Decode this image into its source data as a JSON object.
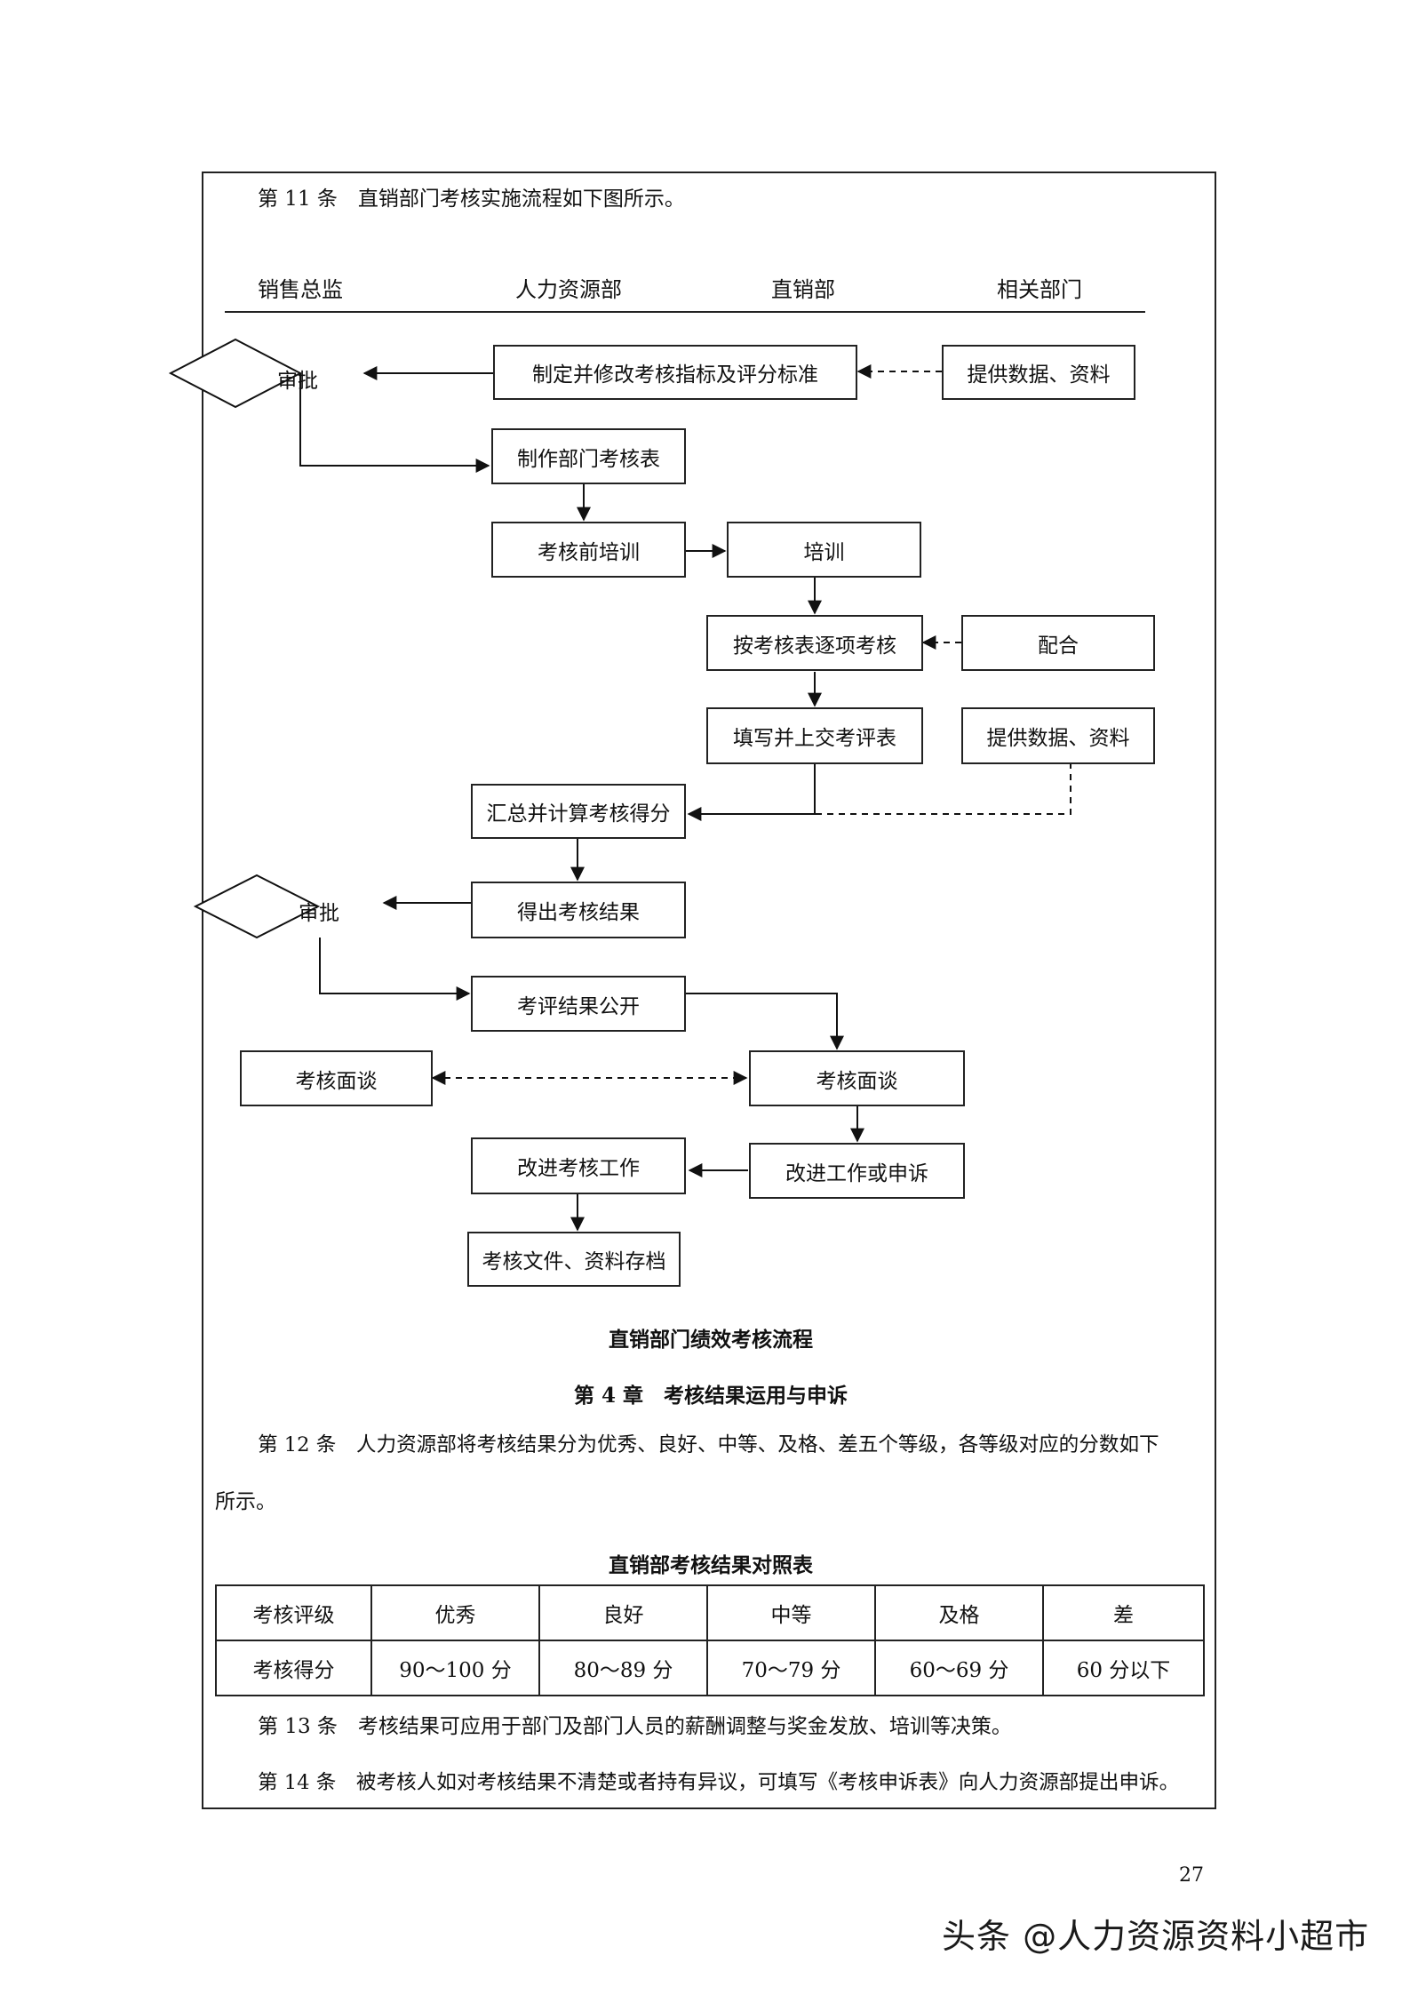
{
  "article11": "第 11 条　直销部门考核实施流程如下图所示。",
  "lanes": [
    "销售总监",
    "人力资源部",
    "直销部",
    "相关部门"
  ],
  "flow": {
    "approve1": "审批",
    "set_standard": "制定并修改考核指标及评分标准",
    "provide_data1": "提供数据、资料",
    "make_table": "制作部门考核表",
    "pre_training": "考核前培训",
    "training": "培训",
    "assess_items": "按考核表逐项考核",
    "cooperate": "配合",
    "fill_submit": "填写并上交考评表",
    "provide_data2": "提供数据、资料",
    "summarize": "汇总并计算考核得分",
    "approve2": "审批",
    "get_result": "得出考核结果",
    "publish": "考评结果公开",
    "interview_left": "考核面谈",
    "interview_right": "考核面谈",
    "improve_assess": "改进考核工作",
    "improve_appeal": "改进工作或申诉",
    "archive": "考核文件、资料存档"
  },
  "flow_caption": "直销部门绩效考核流程",
  "chapter4": "第 4 章　考核结果运用与申诉",
  "article12_line1": "第 12 条　人力资源部将考核结果分为优秀、良好、中等、及格、差五个等级，各等级对应的分数如下",
  "article12_line2": "所示。",
  "table_title": "直销部考核结果对照表",
  "table": {
    "header": [
      "考核评级",
      "优秀",
      "良好",
      "中等",
      "及格",
      "差"
    ],
    "row": [
      "考核得分",
      "90～100 分",
      "80～89 分",
      "70～79 分",
      "60～69 分",
      "60 分以下"
    ]
  },
  "article13": "第 13 条　考核结果可应用于部门及部门人员的薪酬调整与奖金发放、培训等决策。",
  "article14": "第 14 条　被考核人如对考核结果不清楚或者持有异议，可填写《考核申诉表》向人力资源部提出申诉。",
  "page_number": "27",
  "watermark": "头条 @人力资源资料小超市"
}
